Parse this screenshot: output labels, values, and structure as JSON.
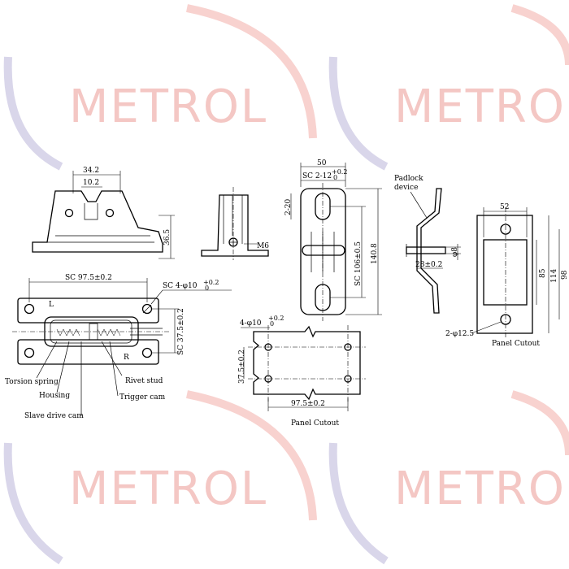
{
  "watermark": {
    "brand": "METROL"
  },
  "top_left_view": {
    "dim_width": "34.2",
    "dim_inner": "10.2",
    "dim_height": "36.5"
  },
  "side_view": {
    "thread_label": "M6"
  },
  "front_view": {
    "dim_width": "50",
    "dim_slot": "SC 2-12",
    "dim_slot_tol": "+0.2",
    "dim_slot_tol2": "0",
    "dim_slot_height": "2-20",
    "dim_centers": "SC 106±0.5",
    "dim_total": "140.8"
  },
  "padlock_view": {
    "label_line1": "Padlock",
    "label_line2": "device",
    "dim_dia": "φ8",
    "dim_len": "28±0.2"
  },
  "right_cutout": {
    "dim_width": "52",
    "dim_h1": "85",
    "dim_h2": "114",
    "dim_h3": "98",
    "dim_holes": "2-φ12.5",
    "caption": "Panel Cutout"
  },
  "assembly_view": {
    "dim_centers": "SC 97.5±0.2",
    "dim_holes": "SC 4-φ10",
    "dim_holes_tol": "+0.2",
    "dim_holes_tol2": "0",
    "dim_vertical": "SC 37.5±0.2",
    "mark_left": "L",
    "mark_right": "R",
    "callouts": [
      "Torsion spring",
      "Housing",
      "Slave drive cam",
      "Rivet stud",
      "Trigger cam"
    ]
  },
  "bottom_cutout": {
    "dim_holes": "4-φ10",
    "dim_holes_tol": "+0.2",
    "dim_holes_tol2": "0",
    "dim_vertical": "37.5±0.2",
    "dim_width": "97.5±0.2",
    "caption": "Panel Cutout"
  }
}
